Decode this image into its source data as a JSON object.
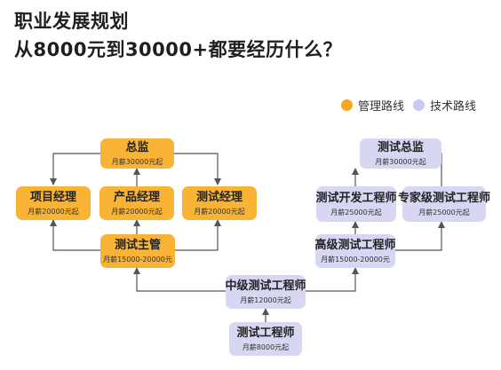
{
  "header": {
    "title_line1": "职业发展规划",
    "title_line2": "从8000元到30000+都要经历什么？"
  },
  "legend": {
    "management": {
      "label": "管理路线",
      "color": "#f5a623"
    },
    "technical": {
      "label": "技术路线",
      "color": "#c9c9f2"
    }
  },
  "nodes": {
    "director": {
      "title": "总监",
      "salary": "月薪30000元起"
    },
    "project_manager": {
      "title": "项目经理",
      "salary": "月薪20000元起"
    },
    "product_manager": {
      "title": "产品经理",
      "salary": "月薪20000元起"
    },
    "test_manager": {
      "title": "测试经理",
      "salary": "月薪20000元起"
    },
    "test_supervisor": {
      "title": "测试主管",
      "salary": "月薪15000-20000元"
    },
    "test_director_tech": {
      "title": "测试总监",
      "salary": "月薪30000元起"
    },
    "test_dev_engineer": {
      "title": "测试开发工程师",
      "salary": "月薪25000元起"
    },
    "expert_test_engineer": {
      "title": "专家级测试工程师",
      "salary": "月薪25000元起"
    },
    "senior_test_engineer": {
      "title": "高级测试工程师",
      "salary": "月薪15000-20000元"
    },
    "mid_test_engineer": {
      "title": "中级测试工程师",
      "salary": "月薪12000元起"
    },
    "test_engineer": {
      "title": "测试工程师",
      "salary": "月薪8000元起"
    }
  }
}
